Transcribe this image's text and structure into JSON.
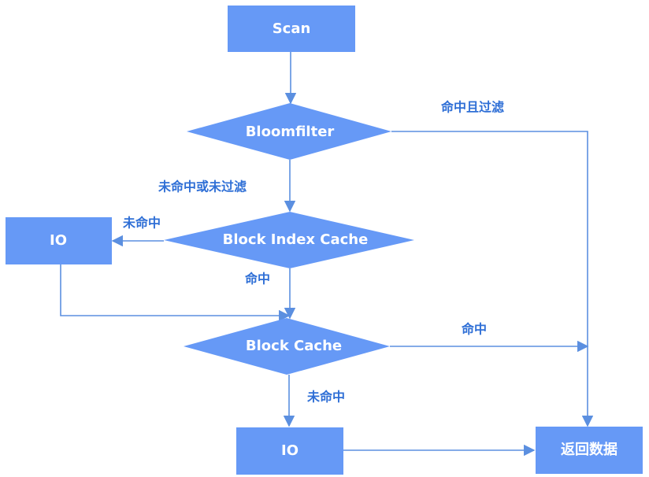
{
  "colors": {
    "node_fill": "#6699f6",
    "edge_stroke": "#5b8fe0",
    "edge_label": "#2f6fd6"
  },
  "nodes": {
    "scan": "Scan",
    "bloomfilter": "Bloomfilter",
    "block_index_cache": "Block Index Cache",
    "io_left": "IO",
    "block_cache": "Block Cache",
    "io_bottom": "IO",
    "return_data": "返回数据"
  },
  "edge_labels": {
    "hit_and_filtered": "命中且过滤",
    "miss_or_not_filtered": "未命中或未过滤",
    "index_miss": "未命中",
    "index_hit": "命中",
    "cache_hit": "命中",
    "cache_miss": "未命中"
  }
}
